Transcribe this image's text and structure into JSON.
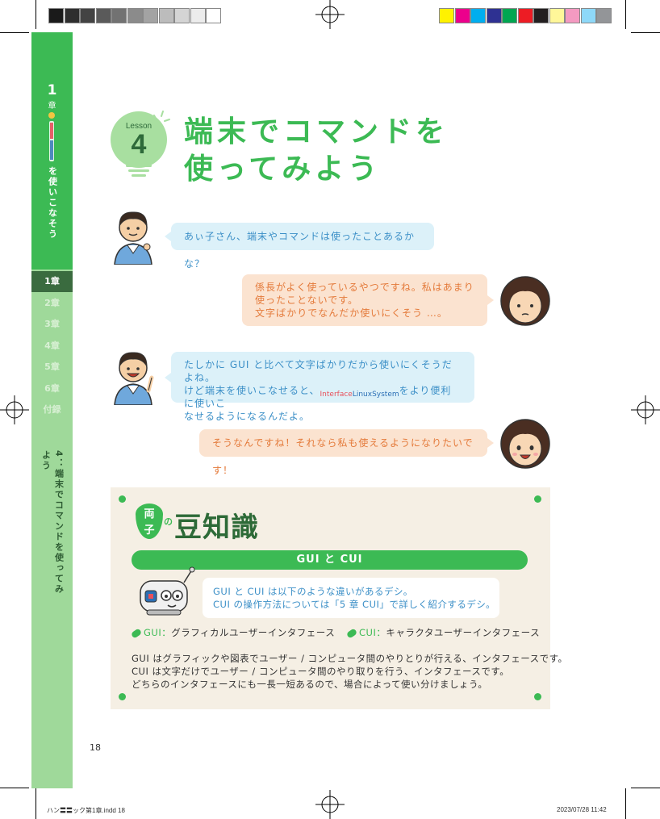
{
  "colors": {
    "accent_green": "#3cba54",
    "sidebar_light": "#9fd99a",
    "sidebar_active": "#3a6b3f",
    "bubble_blue_bg": "#dcf1f9",
    "bubble_blue_text": "#3b8fc7",
    "bubble_orange_bg": "#fbe3d0",
    "bubble_orange_text": "#e47a3a",
    "tips_bg": "#f5efe4"
  },
  "sidebar": {
    "chapter_num": "1",
    "chapter_word": "章",
    "chapter_title_suffix": "を使いこなそう",
    "chapters": [
      "1章",
      "2章",
      "3章",
      "4章",
      "5章",
      "6章",
      "付録"
    ],
    "active_chapter_index": 0,
    "lesson_vertical": "4：端末でコマンドを使ってみよう",
    "logo_icon": "interface-linuxsystem-logo"
  },
  "lesson": {
    "label": "Lesson",
    "number": "4",
    "title_line1": "端末でコマンドを",
    "title_line2": "使ってみよう",
    "icon": "lightbulb-icon"
  },
  "dialogue": [
    {
      "speaker": "manager",
      "side": "left",
      "text": "あぃ子さん、端末やコマンドは使ったことあるかな？"
    },
    {
      "speaker": "aiko",
      "side": "right",
      "lines": [
        "係長がよく使っているやつですね。私はあまり",
        "使ったことないです。",
        "文字ばかりでなんだか使いにくそう …。"
      ]
    },
    {
      "speaker": "manager",
      "side": "left",
      "line1": "たしかに GUI と比べて文字ばかりだから使いにくそうだよね。",
      "line2_pre": "けど端末を使いこなせると、",
      "line2_logo_a": "Interface",
      "line2_logo_b": "LinuxSystem",
      "line2_post": "をより便利に使いこ",
      "line3": "なせるようになるんだよ。"
    },
    {
      "speaker": "aiko",
      "side": "right",
      "text": "そうなんですね！それなら私も使えるようになりたいです！"
    }
  ],
  "tips": {
    "badge_top": "両",
    "badge_bottom": "子",
    "badge_no": "の",
    "heading": "豆知識",
    "bar_title": "GUI と CUI",
    "robot_lines": [
      "GUI と CUI は以下のような違いがあるデシ。",
      "CUI の操作方法については「5 章 CUI」で詳しく紹介するデシ。"
    ],
    "gui_key": "GUI：",
    "gui_desc": "グラフィカルユーザーインタフェース",
    "cui_key": "CUI：",
    "cui_desc": "キャラクタユーザーインタフェース",
    "body": [
      "GUI はグラフィックや図表でユーザー / コンピュータ間のやりとりが行える、インタフェースです。",
      "CUI は文字だけでユーザー / コンピュータ間のやり取りを行う、インタフェースです。",
      "どちらのインタフェースにも一長一短あるので、場合によって使い分けましょう。"
    ]
  },
  "page_number": "18",
  "footer": {
    "file": "ハン〓〓ック第1章.indd   18",
    "timestamp": "2023/07/28   11:42"
  },
  "print_marks": {
    "gray_swatches": [
      "#1a1a1a",
      "#2e2e2e",
      "#434343",
      "#5a5a5a",
      "#727272",
      "#8b8b8b",
      "#a3a3a3",
      "#bcbcbc",
      "#d4d4d4",
      "#ececec",
      "#ffffff"
    ],
    "color_swatches": [
      "#fff200",
      "#ec008c",
      "#00aeef",
      "#2e3192",
      "#00a651",
      "#ed1c24",
      "#231f20",
      "#fff799",
      "#f49ac1",
      "#8ed8f8",
      "#939598"
    ]
  }
}
